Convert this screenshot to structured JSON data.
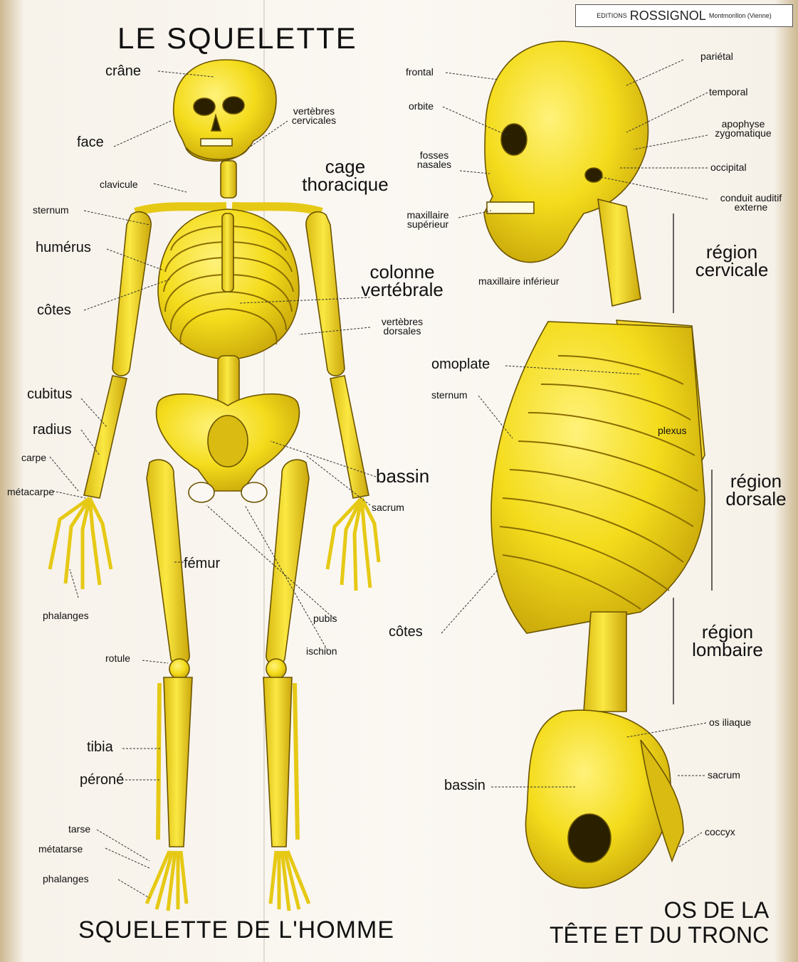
{
  "title": "LE SQUELETTE",
  "publisher": {
    "editions": "EDITIONS",
    "name": "ROSSIGNOL",
    "place": "Montmorillon (Vienne)"
  },
  "captions": {
    "left": "SQUELETTE DE L'HOMME",
    "right_line1": "OS DE LA",
    "right_line2": "TÊTE ET DU TRONC"
  },
  "colors": {
    "bone": "#f4dc1c",
    "bone_shade": "#c9a80a",
    "outline": "#6b5400",
    "ink": "#111111"
  },
  "left_labels": {
    "crane": "crâne",
    "face": "face",
    "vertebres_cervicales": "vertèbres cervicales",
    "clavicule": "clavicule",
    "cage_thoracique": "cage thoracique",
    "sternum": "sternum",
    "humerus": "humérus",
    "colonne_vertebrale": "colonne vertébrale",
    "cotes": "côtes",
    "vertebres_dorsales": "vertèbres dorsales",
    "cubitus": "cubitus",
    "radius": "radius",
    "carpe": "carpe",
    "metacarpe": "métacarpe",
    "bassin": "bassin",
    "sacrum": "sacrum",
    "femur": "fémur",
    "phalanges": "phalanges",
    "pubis": "pubis",
    "ischion": "ischion",
    "rotule": "rotule",
    "tibia": "tibia",
    "perone": "péroné",
    "tarse": "tarse",
    "metatarse": "métatarse",
    "phalanges_pied": "phalanges"
  },
  "right_labels": {
    "frontal": "frontal",
    "parietal": "pariétal",
    "orbite": "orbite",
    "temporal": "temporal",
    "apophyse_zygomatique": "apophyse zygomatique",
    "fosses_nasales": "fosses nasales",
    "occipital": "occipital",
    "conduit_auditif_externe": "conduit auditif externe",
    "maxillaire_superieur": "maxillaire supérieur",
    "maxillaire_inferieur": "maxillaire inférieur",
    "region_cervicale": "région cervicale",
    "omoplate": "omoplate",
    "sternum": "sternum",
    "plexus": "plexus",
    "region_dorsale": "région dorsale",
    "cotes": "côtes",
    "region_lombaire": "région lombaire",
    "os_iliaque": "os iliaque",
    "bassin": "bassin",
    "sacrum": "sacrum",
    "coccyx": "coccyx"
  }
}
